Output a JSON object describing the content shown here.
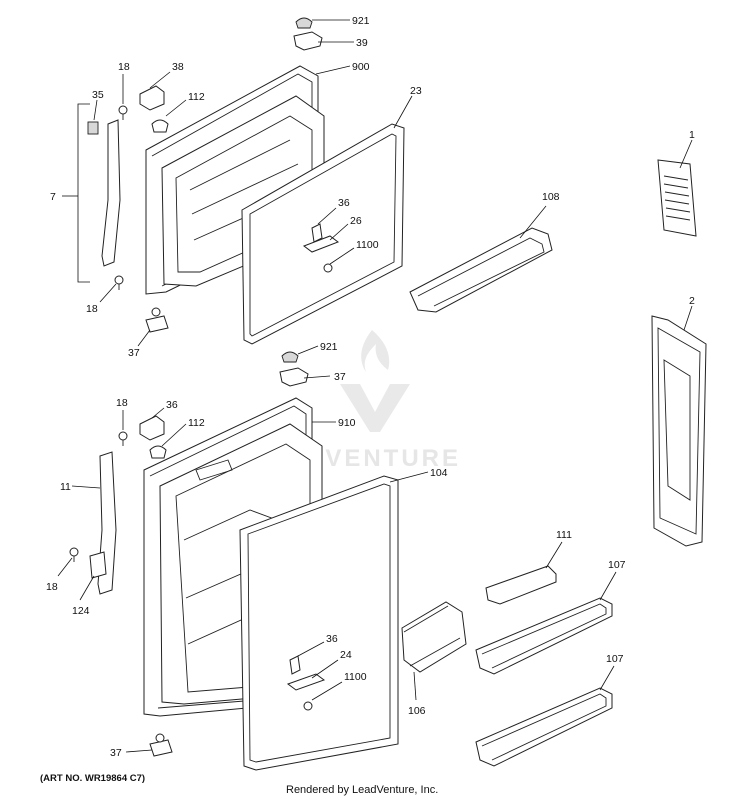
{
  "diagram": {
    "art_number": "(ART NO. WR19864 C7)",
    "rendered_by": "Rendered by LeadVenture, Inc.",
    "watermark": "LEADVENTURE",
    "callouts": {
      "c921a": "921",
      "c39": "39",
      "c900": "900",
      "c18a": "18",
      "c38": "38",
      "c35": "35",
      "c112a": "112",
      "c23": "23",
      "c7": "7",
      "c36a": "36",
      "c26": "26",
      "c1100a": "1100",
      "c18b": "18",
      "c37a": "37",
      "c108": "108",
      "c1": "1",
      "c2": "2",
      "c921b": "921",
      "c37b": "37",
      "c18c": "18",
      "c36b": "36",
      "c112b": "112",
      "c910": "910",
      "c104": "104",
      "c11": "11",
      "c18d": "18",
      "c124": "124",
      "c36c": "36",
      "c24": "24",
      "c1100b": "1100",
      "c106": "106",
      "c111": "111",
      "c107a": "107",
      "c107b": "107",
      "c37c": "37"
    }
  }
}
